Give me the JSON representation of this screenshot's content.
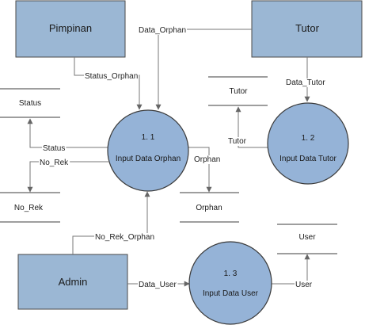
{
  "colors": {
    "entity_fill": "#9bb7d4",
    "entity_stroke": "#4a4a4a",
    "process_fill": "#95b3d7",
    "process_stroke": "#3a3a3a",
    "line": "#777777",
    "store_line": "#3c3c3c"
  },
  "entities": {
    "pimpinan": "Pimpinan",
    "tutor": "Tutor",
    "admin": "Admin"
  },
  "processes": {
    "p1": {
      "number": "1. 1",
      "name": "Input Data Orphan"
    },
    "p2": {
      "number": "1. 2",
      "name": "Input Data Tutor"
    },
    "p3": {
      "number": "1. 3",
      "name": "Input Data User"
    }
  },
  "stores": {
    "status": "Status",
    "no_rek": "No_Rek",
    "orphan": "Orphan",
    "tutor": "Tutor",
    "user": "User"
  },
  "flows": {
    "data_orphan": "Data_Orphan",
    "status_orphan": "Status_Orphan",
    "data_tutor": "Data_Tutor",
    "status": "Status",
    "no_rek": "No_Rek",
    "orphan": "Orphan",
    "tutor": "Tutor",
    "no_rek_orphan": "No_Rek_Orphan",
    "data_user": "Data_User",
    "user": "User"
  }
}
